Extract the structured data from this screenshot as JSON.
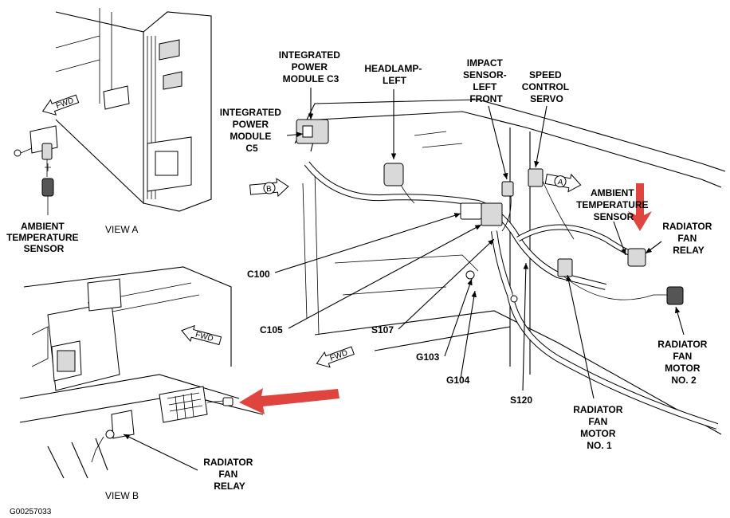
{
  "figure_id": "G00257033",
  "accent_color": "#e0443e",
  "views": {
    "view_a": {
      "title": "VIEW A",
      "sensor_label": [
        "AMBIENT",
        "TEMPERATURE",
        "SENSOR"
      ],
      "fwd_label": "FWD"
    },
    "view_b": {
      "title": "VIEW B",
      "relay_label": [
        "RADIATOR",
        "FAN",
        "RELAY"
      ],
      "fwd_label": "FWD"
    },
    "main": {
      "fwd_label": "FWD",
      "view_ref_a": "A",
      "view_ref_b": "B",
      "labels": {
        "ipm_c3": [
          "INTEGRATED",
          "POWER",
          "MODULE C3"
        ],
        "headlamp": [
          "HEADLAMP-",
          "LEFT"
        ],
        "impact_sensor": [
          "IMPACT",
          "SENSOR-",
          "LEFT",
          "FRONT"
        ],
        "speed_control": [
          "SPEED",
          "CONTROL",
          "SERVO"
        ],
        "ipm_c5": [
          "INTEGRATED",
          "POWER",
          "MODULE",
          "C5"
        ],
        "ambient_temp": [
          "AMBIENT",
          "TEMPERATURE",
          "SENSOR"
        ],
        "fan_relay": [
          "RADIATOR",
          "FAN",
          "RELAY"
        ],
        "fan_motor_2": [
          "RADIATOR",
          "FAN",
          "MOTOR",
          "NO. 2"
        ],
        "fan_motor_1": [
          "RADIATOR",
          "FAN",
          "MOTOR",
          "NO. 1"
        ],
        "c100": "C100",
        "c105": "C105",
        "s107": "S107",
        "g103": "G103",
        "g104": "G104",
        "s120": "S120"
      }
    }
  }
}
